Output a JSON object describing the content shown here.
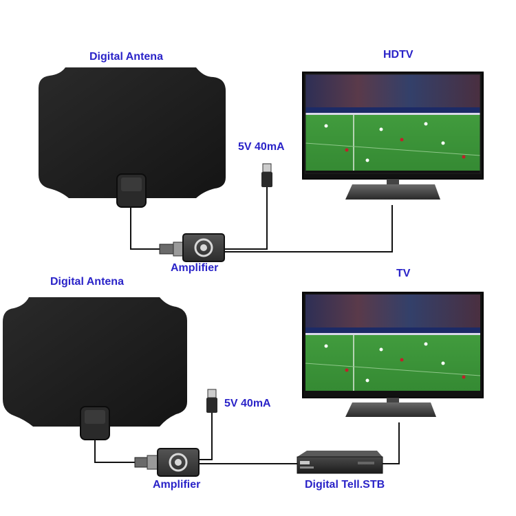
{
  "top_setup": {
    "antenna_label": "Digital Antena",
    "tv_label": "HDTV",
    "power_label": "5V 40mA",
    "amplifier_label": "Amplifier"
  },
  "bottom_setup": {
    "antenna_label": "Digital Antena",
    "tv_label": "TV",
    "power_label": "5V 40mA",
    "amplifier_label": "Amplifier",
    "stb_label": "Digital Tell.STB"
  },
  "colors": {
    "label_text": "#2a23c8",
    "antenna_body": "#1e1e1e",
    "cable": "#111111",
    "pitch_green": "#3f9a3a"
  },
  "icons": [
    "antenna",
    "amplifier",
    "usb-plug",
    "television",
    "set-top-box",
    "coax-connector"
  ]
}
